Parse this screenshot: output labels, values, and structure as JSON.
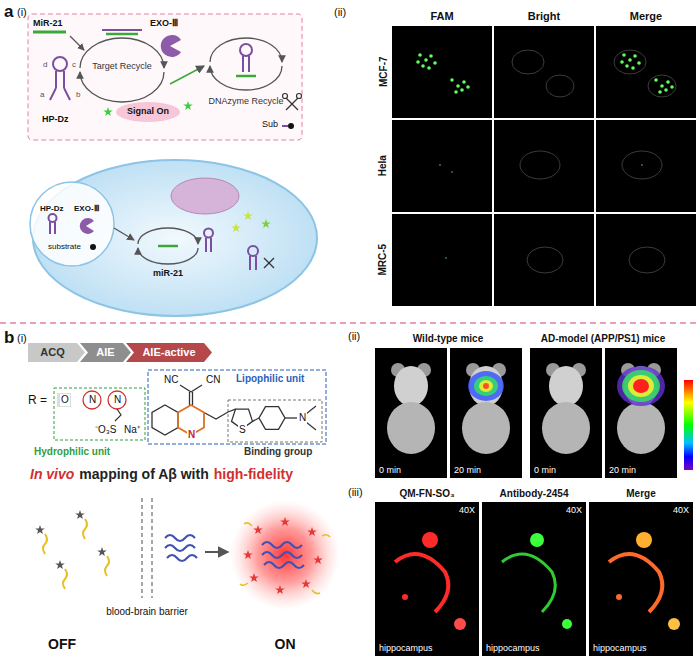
{
  "diagram": {
    "nodes": [
      {
        "text": [
          "ACQ"
        ]
      },
      {
        "text": [
          "AIE"
        ]
      },
      {
        "text": [
          "AIE-active"
        ]
      },
      {
        "text": [
          "0 min"
        ]
      },
      {
        "text": [
          "20 min"
        ]
      },
      {
        "text": [
          "0 min"
        ]
      },
      {
        "text": [
          "20 min"
        ]
      },
      {
        "text": [
          "40X",
          "hippocampus"
        ]
      },
      {
        "text": [
          "40X",
          "hippocampus"
        ]
      },
      {
        "text": [
          "40X",
          "hippocampus"
        ]
      }
    ],
    "labels": [
      "a",
      "(i)",
      "MiR-21",
      "EXO-Ⅲ",
      "Target Recycle",
      "d",
      "c",
      "a",
      "b",
      "HP-Dz",
      "Signal On",
      "DNAzyme Recycle",
      "Sub",
      "HP-Dz",
      "EXO-Ⅲ",
      "substrate",
      "miR-21",
      "(ii)",
      "FAM",
      "Bright",
      "Merge",
      "MCF-7",
      "Hela",
      "MRC-5",
      "b",
      "(i)",
      "R =",
      "O",
      "N",
      "N",
      "⁻O₃S",
      "Na⁺",
      "NC",
      "CN",
      "N",
      "S",
      "N",
      "Hydrophilic unit",
      "Lipophilic unit",
      "Binding group",
      "In vivo",
      "mapping of Aβ with",
      "high-fidelity",
      "OFF",
      "blood-brain barrier",
      "ON",
      "(ii)",
      "Wild-type mice",
      "AD-model (APP/PS1) mice",
      "(iii)",
      "QM-FN-SO₃",
      "Antibody-2454",
      "Merge"
    ]
  }
}
